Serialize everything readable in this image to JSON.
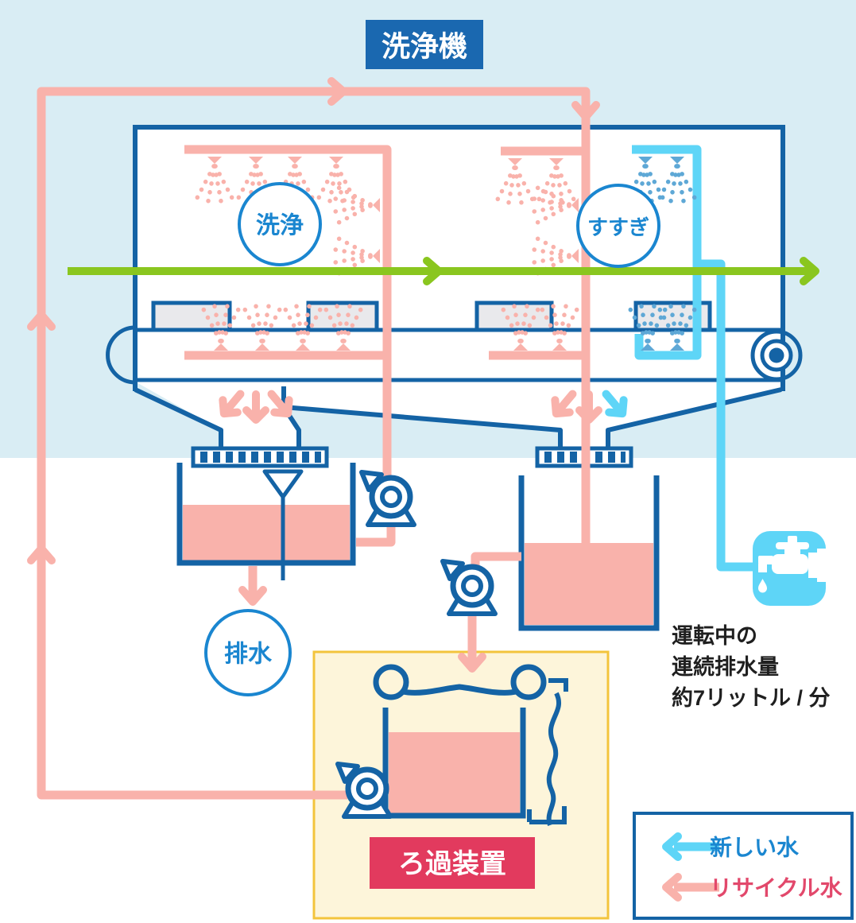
{
  "title": "洗浄機",
  "machine": {
    "wash_label": "洗浄",
    "rinse_label": "すすぎ"
  },
  "drain": {
    "label": "排水"
  },
  "filter": {
    "label": "ろ過装置"
  },
  "water_note": {
    "line1": "運転中の",
    "line2": "連続排水量",
    "line3": "約7リットル / 分"
  },
  "legend": {
    "fresh_label": "新しい水",
    "recycled_label": "リサイクル水"
  },
  "icons": {
    "faucet": "faucet-icon",
    "pump": "pump-icon",
    "spray": "spray-nozzle-icon",
    "conveyor_arrow": "conveyor-flow-arrow"
  },
  "colors": {
    "background_top": "#d9edf4",
    "structure_blue": "#1463a5",
    "label_blue": "#1a86d0",
    "title_bg": "#1a68b0",
    "recycled_pink": "#f9b2ab",
    "fresh_blue": "#5ed5f7",
    "spray_blue": "#5ea8d6",
    "conveyor_green": "#8ac61f",
    "filter_label_bg": "#e23a5e",
    "legend_recycled_text": "#e2486b",
    "filter_bg": "#fdf5da",
    "filter_border": "#f3c43c",
    "tray_gray": "#e9e9ec",
    "note_text": "#1f1f1f",
    "tank_water": "#f9b2ab"
  }
}
